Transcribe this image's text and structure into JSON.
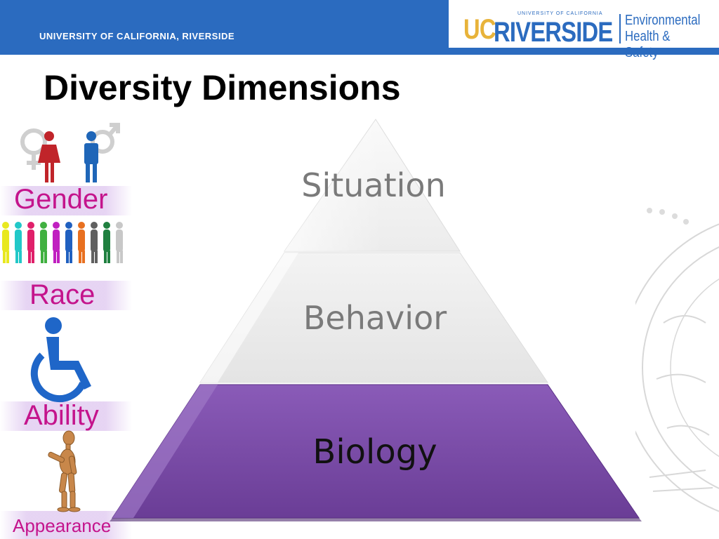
{
  "header": {
    "university_text": "UNIVERSITY OF CALIFORNIA, RIVERSIDE",
    "logo_uc": "UC",
    "logo_riverside": "RIVERSIDE",
    "logo_university_of_california": "UNIVERSITY OF CALIFORNIA",
    "logo_department_line1": "Environmental",
    "logo_department_line2": "Health & Safety"
  },
  "slide": {
    "title": "Diversity Dimensions"
  },
  "sidebar": {
    "items": [
      {
        "label": "Gender",
        "icon": "gender-figures-icon"
      },
      {
        "label": "Race",
        "icon": "colorful-people-icon"
      },
      {
        "label": "Ability",
        "icon": "wheelchair-icon"
      },
      {
        "label": "Appearance",
        "icon": "wooden-mannequin-icon"
      }
    ]
  },
  "pyramid": {
    "levels": [
      {
        "label": "Situation"
      },
      {
        "label": "Behavior"
      },
      {
        "label": "Biology"
      }
    ]
  },
  "colors": {
    "header_blue": "#2b6bbf",
    "logo_gold": "#e8b33a",
    "sidebar_label": "#c4148c",
    "pyramid_top": "#f2f2f2",
    "pyramid_bottom": "#7b4fa6"
  }
}
